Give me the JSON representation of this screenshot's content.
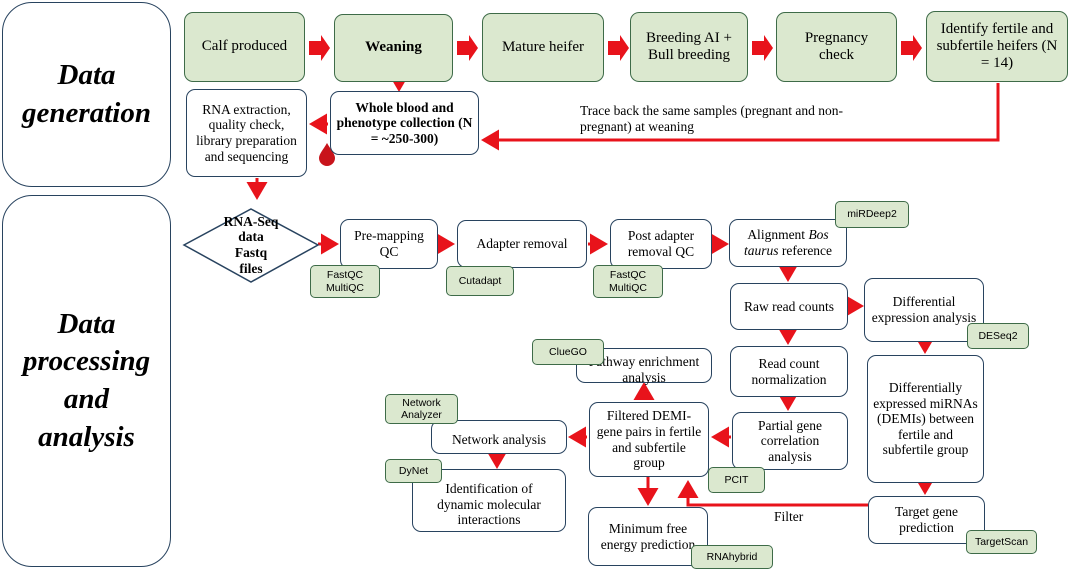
{
  "sections": {
    "data_generation": "Data generation",
    "data_processing": "Data processing and analysis"
  },
  "pipeline": {
    "calf": "Calf produced",
    "weaning": "Weaning",
    "mature": "Mature heifer",
    "breeding": "Breeding AI + Bull breeding",
    "pregnancy": "Pregnancy check",
    "identify": "Identify fertile and subfertile heifers (N = 14)",
    "blood": "Whole blood and phenotype collection (N = ~250-300)",
    "rna": "RNA extraction, quality check, library preparation and sequencing",
    "trace": "Trace back the same  samples (pregnant and non-pregnant) at weaning"
  },
  "processing": {
    "fastq": "RNA-Seq data Fastq files",
    "premap": "Pre-mapping QC",
    "adapter": "Adapter removal",
    "postadapter": "Post adapter removal QC",
    "alignment_prefix": "Alignment ",
    "alignment_species": "Bos taurus",
    "alignment_suffix": " reference",
    "raw": "Raw read counts",
    "diffexp": "Differential expression analysis",
    "normalization": "Read count normalization",
    "demis": "Differentially expressed miRNAs (DEMIs) between fertile and subfertile group",
    "pcit_analysis": "Partial gene correlation analysis",
    "target": "Target gene prediction",
    "filtered": "Filtered DEMI-gene pairs in fertile and subfertile group",
    "pathway": "Pathway enrichment analysis",
    "network": "Network analysis",
    "dynamic": "Identification of dynamic molecular interactions",
    "mfe": "Minimum free energy prediction",
    "filter": "Filter"
  },
  "tools": {
    "fastqc1": "FastQC MultiQC",
    "cutadapt": "Cutadapt",
    "fastqc2": "FastQC MultiQC",
    "mirdeep": "miRDeep2",
    "deseq": "DESeq2",
    "cluego": "ClueGO",
    "netanalyzer": "Network Analyzer",
    "dynet": "DyNet",
    "pcit": "PCIT",
    "targetscan": "TargetScan",
    "rnahybrid": "RNAhybrid"
  },
  "colors": {
    "arrow": "#e8131b",
    "green_fill": "#dbe8cf",
    "border": "#28435f"
  }
}
